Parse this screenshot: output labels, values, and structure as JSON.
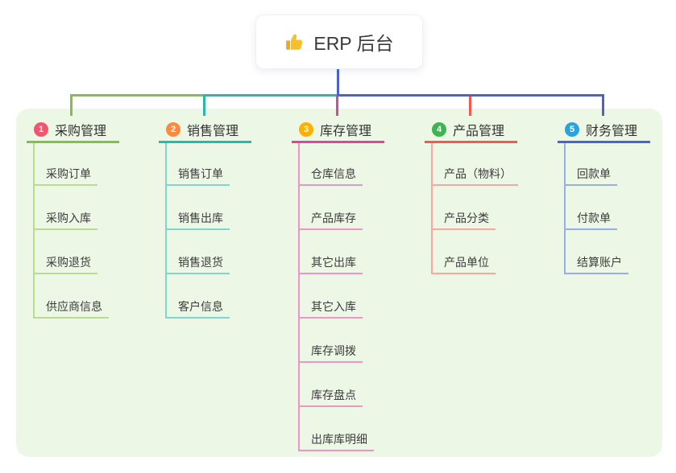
{
  "root": {
    "label": "ERP 后台",
    "icon": "thumbs-up-icon",
    "icon_color": "#f5c02c",
    "connector_color": "#4a63cf"
  },
  "panel": {
    "background": "#edf7e6"
  },
  "branches": [
    {
      "index": "1",
      "label": "采购管理",
      "badge_color": "#f0566e",
      "line_color": "#84bf4e",
      "child_line_color": "#b9dc92",
      "children": [
        "采购订单",
        "采购入库",
        "采购退货",
        "供应商信息"
      ]
    },
    {
      "index": "2",
      "label": "销售管理",
      "badge_color": "#fb8a3f",
      "line_color": "#29b8b0",
      "child_line_color": "#82d5cf",
      "children": [
        "销售订单",
        "销售出库",
        "销售退货",
        "客户信息"
      ]
    },
    {
      "index": "3",
      "label": "库存管理",
      "badge_color": "#fcb100",
      "line_color": "#d6499c",
      "child_line_color": "#ee95c5",
      "children": [
        "仓库信息",
        "产品库存",
        "其它出库",
        "其它入库",
        "库存调拨",
        "库存盘点",
        "出库库明细"
      ]
    },
    {
      "index": "4",
      "label": "产品管理",
      "badge_color": "#3db551",
      "line_color": "#f2594f",
      "child_line_color": "#f8a8a1",
      "children": [
        "产品（物料）",
        "产品分类",
        "产品单位"
      ]
    },
    {
      "index": "5",
      "label": "财务管理",
      "badge_color": "#29a3dc",
      "line_color": "#4a63cf",
      "child_line_color": "#97aee8",
      "children": [
        "回款单",
        "付款单",
        "结算账户"
      ]
    }
  ]
}
